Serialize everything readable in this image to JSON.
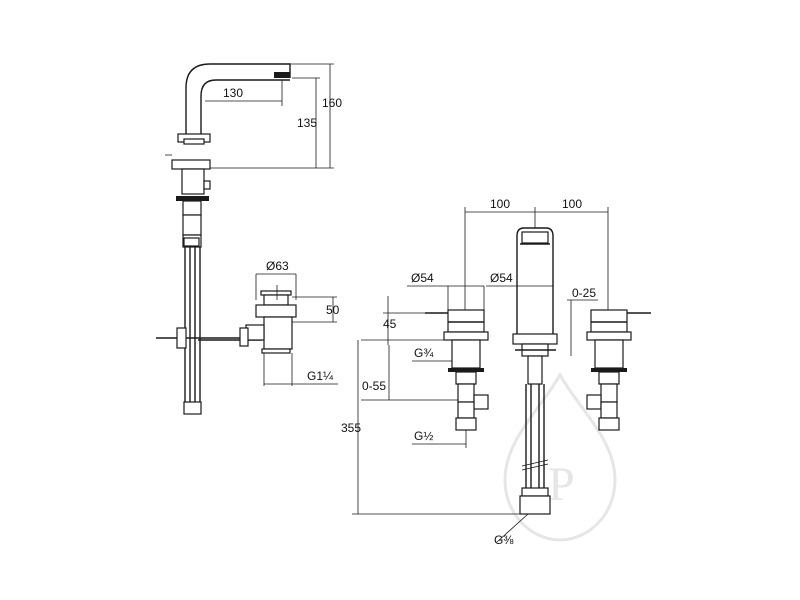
{
  "drawing": {
    "dimensions": {
      "spout_reach": "130",
      "spout_height_total": "160",
      "spout_height_inner": "135",
      "waste_diameter": "Ø63",
      "waste_height": "50",
      "waste_thread": "G1¼",
      "spacing_left": "100",
      "spacing_right": "100",
      "valve_diameter": "Ø54",
      "spout_diameter": "Ø54",
      "adjust_range_right": "0-25",
      "valve_offset": "45",
      "valve_thread_top": "G¾",
      "adjust_range_left": "0-55",
      "overall_height": "355",
      "valve_thread_bottom": "G½",
      "hose_thread": "G⅜"
    },
    "watermark": "P"
  }
}
